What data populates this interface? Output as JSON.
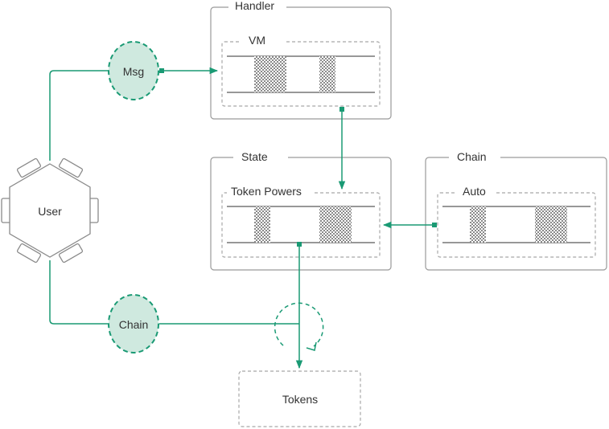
{
  "nodes": {
    "user": "User",
    "msg": "Msg",
    "chain_circle": "Chain",
    "tokens": "Tokens"
  },
  "groups": {
    "handler": {
      "title": "Handler",
      "inner": "VM"
    },
    "state": {
      "title": "State",
      "inner": "Token Powers"
    },
    "chain": {
      "title": "Chain",
      "inner": "Auto"
    }
  },
  "colors": {
    "accent": "#1a9a74",
    "accent_fill": "#cfe9df",
    "panel_border": "#9a9a9a",
    "dashed_border": "#a8a8a8",
    "text": "#333333"
  }
}
